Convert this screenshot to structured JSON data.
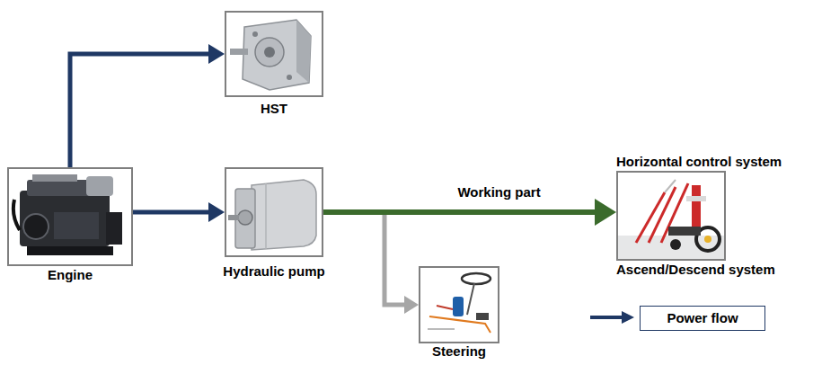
{
  "diagram": {
    "nodes": [
      {
        "text": [
          "Engine"
        ]
      },
      {
        "text": [
          "HST"
        ]
      },
      {
        "text": [
          "Hydraulic pump"
        ]
      },
      {
        "text": [
          "Horizontal control system",
          "Ascend/Descend system"
        ]
      },
      {
        "text": [
          "Steering"
        ]
      }
    ],
    "edges": [
      {
        "from": 0,
        "to": 1,
        "arrow": "to"
      },
      {
        "from": 0,
        "to": 2,
        "arrow": "to"
      },
      {
        "from": 2,
        "to": 3,
        "label": "Working part",
        "arrow": "to"
      },
      {
        "from": 2,
        "to": 4,
        "arrow": "to"
      }
    ],
    "legend": [
      {
        "text": "Power flow"
      }
    ]
  }
}
